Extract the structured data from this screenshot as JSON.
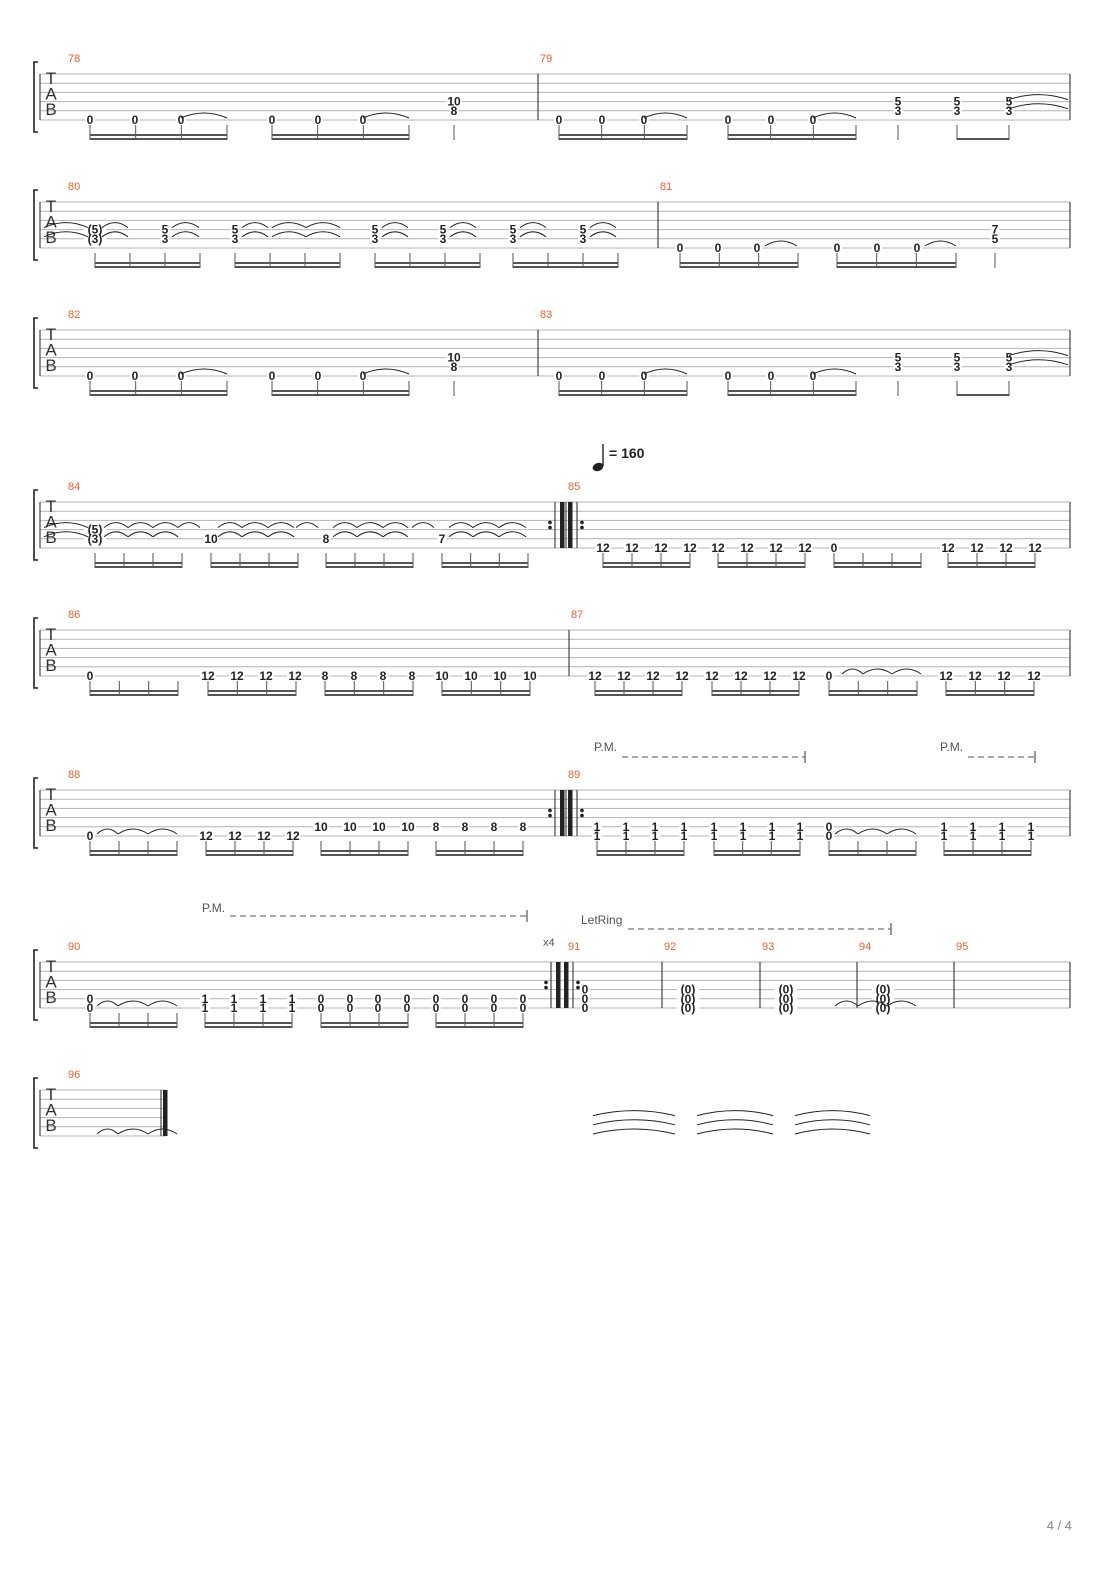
{
  "page": {
    "number_label": "4 / 4"
  },
  "colors": {
    "staff_line": "#b4b4b4",
    "ink": "#222222",
    "measure_number": "#e8612c",
    "muted": "#555555"
  },
  "clef": {
    "letters": [
      "T",
      "A",
      "B"
    ]
  },
  "tempo": {
    "icon": "quarter-note-icon",
    "label": "= 160"
  },
  "repeat_count": "x4",
  "text_marks": {
    "palm_mute": "P.M.",
    "let_ring": "LetRing"
  },
  "systems": [
    {
      "measures": [
        {
          "number": "78",
          "notes": [
            {
              "s": 6,
              "f": "0"
            },
            {
              "s": 6,
              "f": "0"
            },
            {
              "s": 6,
              "f": "0"
            },
            {
              "s": 6,
              "f": "0"
            },
            {
              "s": 6,
              "f": "0"
            },
            {
              "s": 6,
              "f": "0"
            },
            {
              "s": 4,
              "f": "10"
            },
            {
              "s": 5,
              "f": "8"
            }
          ]
        },
        {
          "number": "79",
          "notes": [
            {
              "s": 6,
              "f": "0"
            },
            {
              "s": 6,
              "f": "0"
            },
            {
              "s": 6,
              "f": "0"
            },
            {
              "s": 6,
              "f": "0"
            },
            {
              "s": 6,
              "f": "0"
            },
            {
              "s": 6,
              "f": "0"
            },
            {
              "s": 4,
              "f": "5"
            },
            {
              "s": 5,
              "f": "3"
            },
            {
              "s": 4,
              "f": "5"
            },
            {
              "s": 5,
              "f": "3"
            },
            {
              "s": 4,
              "f": "5"
            },
            {
              "s": 5,
              "f": "3"
            }
          ]
        }
      ]
    },
    {
      "measures": [
        {
          "number": "80",
          "notes": [
            {
              "s": 4,
              "f": "(5)"
            },
            {
              "s": 5,
              "f": "(3)"
            },
            {
              "s": 4,
              "f": "5"
            },
            {
              "s": 5,
              "f": "3"
            },
            {
              "s": 4,
              "f": "5"
            },
            {
              "s": 5,
              "f": "3"
            },
            {
              "s": 4,
              "f": "5"
            },
            {
              "s": 5,
              "f": "3"
            },
            {
              "s": 4,
              "f": "5"
            },
            {
              "s": 5,
              "f": "3"
            },
            {
              "s": 4,
              "f": "5"
            },
            {
              "s": 5,
              "f": "3"
            },
            {
              "s": 4,
              "f": "5"
            },
            {
              "s": 5,
              "f": "3"
            }
          ]
        },
        {
          "number": "81",
          "notes": [
            {
              "s": 6,
              "f": "0"
            },
            {
              "s": 6,
              "f": "0"
            },
            {
              "s": 6,
              "f": "0"
            },
            {
              "s": 6,
              "f": "0"
            },
            {
              "s": 6,
              "f": "0"
            },
            {
              "s": 6,
              "f": "0"
            },
            {
              "s": 4,
              "f": "7"
            },
            {
              "s": 5,
              "f": "5"
            }
          ]
        }
      ]
    },
    {
      "measures": [
        {
          "number": "82",
          "notes": [
            {
              "s": 6,
              "f": "0"
            },
            {
              "s": 6,
              "f": "0"
            },
            {
              "s": 6,
              "f": "0"
            },
            {
              "s": 6,
              "f": "0"
            },
            {
              "s": 6,
              "f": "0"
            },
            {
              "s": 6,
              "f": "0"
            },
            {
              "s": 4,
              "f": "10"
            },
            {
              "s": 5,
              "f": "8"
            }
          ]
        },
        {
          "number": "83",
          "notes": [
            {
              "s": 6,
              "f": "0"
            },
            {
              "s": 6,
              "f": "0"
            },
            {
              "s": 6,
              "f": "0"
            },
            {
              "s": 6,
              "f": "0"
            },
            {
              "s": 6,
              "f": "0"
            },
            {
              "s": 6,
              "f": "0"
            },
            {
              "s": 4,
              "f": "5"
            },
            {
              "s": 5,
              "f": "3"
            },
            {
              "s": 4,
              "f": "5"
            },
            {
              "s": 5,
              "f": "3"
            },
            {
              "s": 4,
              "f": "5"
            },
            {
              "s": 5,
              "f": "3"
            }
          ]
        }
      ]
    },
    {
      "measures": [
        {
          "number": "84",
          "notes": [
            {
              "s": 4,
              "f": "(5)"
            },
            {
              "s": 5,
              "f": "(3)"
            },
            {
              "s": 5,
              "f": "10"
            },
            {
              "s": 5,
              "f": "8"
            },
            {
              "s": 5,
              "f": "7"
            }
          ]
        },
        {
          "number": "85",
          "notes": [
            {
              "s": 6,
              "f": "12"
            },
            {
              "s": 6,
              "f": "12"
            },
            {
              "s": 6,
              "f": "12"
            },
            {
              "s": 6,
              "f": "12"
            },
            {
              "s": 6,
              "f": "12"
            },
            {
              "s": 6,
              "f": "12"
            },
            {
              "s": 6,
              "f": "12"
            },
            {
              "s": 6,
              "f": "12"
            },
            {
              "s": 6,
              "f": "0"
            },
            {
              "s": 6,
              "f": "12"
            },
            {
              "s": 6,
              "f": "12"
            },
            {
              "s": 6,
              "f": "12"
            },
            {
              "s": 6,
              "f": "12"
            }
          ]
        }
      ]
    },
    {
      "measures": [
        {
          "number": "86",
          "notes": [
            {
              "s": 6,
              "f": "0"
            },
            {
              "s": 6,
              "f": "12"
            },
            {
              "s": 6,
              "f": "12"
            },
            {
              "s": 6,
              "f": "12"
            },
            {
              "s": 6,
              "f": "12"
            },
            {
              "s": 6,
              "f": "8"
            },
            {
              "s": 6,
              "f": "8"
            },
            {
              "s": 6,
              "f": "8"
            },
            {
              "s": 6,
              "f": "8"
            },
            {
              "s": 6,
              "f": "10"
            },
            {
              "s": 6,
              "f": "10"
            },
            {
              "s": 6,
              "f": "10"
            },
            {
              "s": 6,
              "f": "10"
            }
          ]
        },
        {
          "number": "87",
          "notes": [
            {
              "s": 6,
              "f": "12"
            },
            {
              "s": 6,
              "f": "12"
            },
            {
              "s": 6,
              "f": "12"
            },
            {
              "s": 6,
              "f": "12"
            },
            {
              "s": 6,
              "f": "12"
            },
            {
              "s": 6,
              "f": "12"
            },
            {
              "s": 6,
              "f": "12"
            },
            {
              "s": 6,
              "f": "12"
            },
            {
              "s": 6,
              "f": "0"
            },
            {
              "s": 6,
              "f": "12"
            },
            {
              "s": 6,
              "f": "12"
            },
            {
              "s": 6,
              "f": "12"
            },
            {
              "s": 6,
              "f": "12"
            }
          ]
        }
      ]
    },
    {
      "measures": [
        {
          "number": "88",
          "notes": [
            {
              "s": 6,
              "f": "0"
            },
            {
              "s": 6,
              "f": "12"
            },
            {
              "s": 6,
              "f": "12"
            },
            {
              "s": 6,
              "f": "12"
            },
            {
              "s": 6,
              "f": "12"
            },
            {
              "s": 5,
              "f": "10"
            },
            {
              "s": 5,
              "f": "10"
            },
            {
              "s": 5,
              "f": "10"
            },
            {
              "s": 5,
              "f": "10"
            },
            {
              "s": 5,
              "f": "8"
            },
            {
              "s": 5,
              "f": "8"
            },
            {
              "s": 5,
              "f": "8"
            },
            {
              "s": 5,
              "f": "8"
            }
          ]
        },
        {
          "number": "89",
          "notes": [
            {
              "s": 5,
              "f": "1"
            },
            {
              "s": 6,
              "f": "1"
            },
            {
              "s": 5,
              "f": "1"
            },
            {
              "s": 6,
              "f": "1"
            },
            {
              "s": 5,
              "f": "1"
            },
            {
              "s": 6,
              "f": "1"
            },
            {
              "s": 5,
              "f": "1"
            },
            {
              "s": 6,
              "f": "1"
            },
            {
              "s": 5,
              "f": "1"
            },
            {
              "s": 6,
              "f": "1"
            },
            {
              "s": 5,
              "f": "1"
            },
            {
              "s": 6,
              "f": "1"
            },
            {
              "s": 5,
              "f": "1"
            },
            {
              "s": 6,
              "f": "1"
            },
            {
              "s": 5,
              "f": "1"
            },
            {
              "s": 6,
              "f": "1"
            },
            {
              "s": 5,
              "f": "0"
            },
            {
              "s": 6,
              "f": "0"
            },
            {
              "s": 5,
              "f": "1"
            },
            {
              "s": 6,
              "f": "1"
            },
            {
              "s": 5,
              "f": "1"
            },
            {
              "s": 6,
              "f": "1"
            },
            {
              "s": 5,
              "f": "1"
            },
            {
              "s": 6,
              "f": "1"
            },
            {
              "s": 5,
              "f": "1"
            },
            {
              "s": 6,
              "f": "1"
            }
          ]
        }
      ]
    },
    {
      "measures": [
        {
          "number": "90",
          "notes": [
            {
              "s": 5,
              "f": "0"
            },
            {
              "s": 6,
              "f": "0"
            },
            {
              "s": 5,
              "f": "1"
            },
            {
              "s": 6,
              "f": "1"
            },
            {
              "s": 5,
              "f": "1"
            },
            {
              "s": 6,
              "f": "1"
            },
            {
              "s": 5,
              "f": "1"
            },
            {
              "s": 6,
              "f": "1"
            },
            {
              "s": 5,
              "f": "1"
            },
            {
              "s": 6,
              "f": "1"
            },
            {
              "s": 5,
              "f": "0"
            },
            {
              "s": 6,
              "f": "0"
            },
            {
              "s": 5,
              "f": "0"
            },
            {
              "s": 6,
              "f": "0"
            },
            {
              "s": 5,
              "f": "0"
            },
            {
              "s": 6,
              "f": "0"
            },
            {
              "s": 5,
              "f": "0"
            },
            {
              "s": 6,
              "f": "0"
            },
            {
              "s": 5,
              "f": "0"
            },
            {
              "s": 6,
              "f": "0"
            },
            {
              "s": 5,
              "f": "0"
            },
            {
              "s": 6,
              "f": "0"
            },
            {
              "s": 5,
              "f": "0"
            },
            {
              "s": 6,
              "f": "0"
            },
            {
              "s": 5,
              "f": "0"
            },
            {
              "s": 6,
              "f": "0"
            }
          ]
        },
        {
          "number": "91",
          "notes": [
            {
              "s": 4,
              "f": "0"
            },
            {
              "s": 5,
              "f": "0"
            },
            {
              "s": 6,
              "f": "0"
            }
          ]
        },
        {
          "number": "92",
          "notes": [
            {
              "s": 4,
              "f": "(0)"
            },
            {
              "s": 5,
              "f": "(0)"
            },
            {
              "s": 6,
              "f": "(0)"
            }
          ]
        },
        {
          "number": "93",
          "notes": [
            {
              "s": 4,
              "f": "(0)"
            },
            {
              "s": 5,
              "f": "(0)"
            },
            {
              "s": 6,
              "f": "(0)"
            }
          ]
        },
        {
          "number": "94",
          "notes": [
            {
              "s": 4,
              "f": "(0)"
            },
            {
              "s": 5,
              "f": "(0)"
            },
            {
              "s": 6,
              "f": "(0)"
            }
          ]
        },
        {
          "number": "95",
          "notes": []
        }
      ]
    },
    {
      "measures": [
        {
          "number": "96",
          "notes": []
        }
      ]
    }
  ]
}
